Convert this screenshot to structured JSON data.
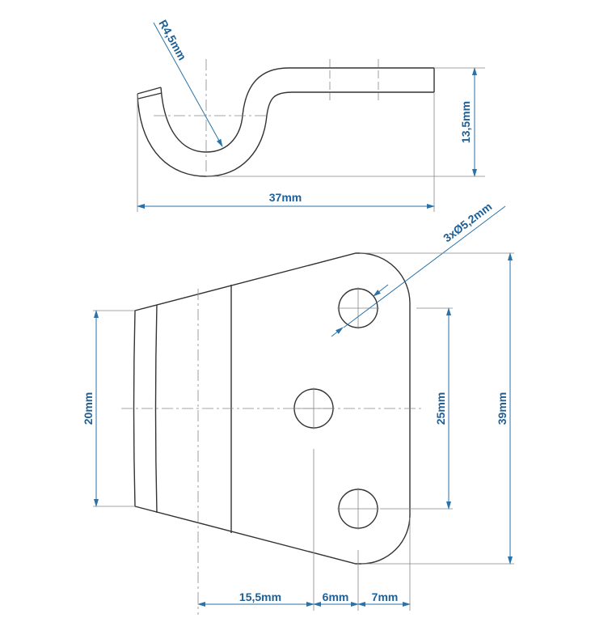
{
  "side_view": {
    "radius_label": "R4,5mm",
    "height_label": "13,5mm",
    "length_label": "37mm"
  },
  "top_view": {
    "hole_label": "3xØ5,2mm",
    "left_width_label": "20mm",
    "hole_spacing_label": "25mm",
    "total_height_label": "39mm",
    "offset_1_label": "15,5mm",
    "offset_2_label": "6mm",
    "offset_3_label": "7mm"
  },
  "colors": {
    "dimension": "#2a72a8",
    "outline": "#333333"
  }
}
